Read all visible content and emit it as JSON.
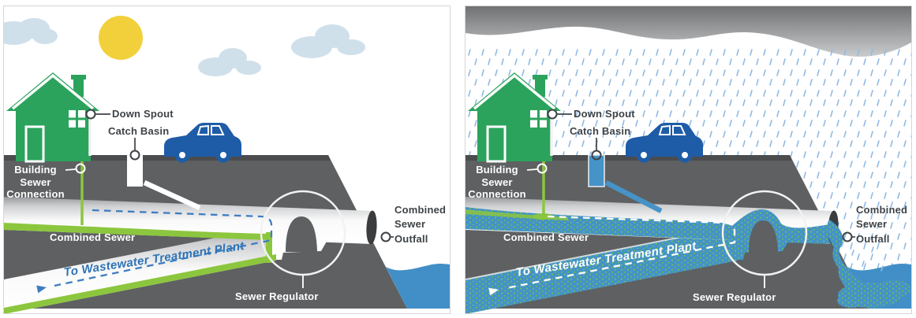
{
  "panels": [
    {
      "id": "dry-weather",
      "labels": {
        "down_spout": "Down Spout",
        "catch_basin": "Catch Basin",
        "building_sewer_connection": "Building\nSewer\nConnection",
        "combined_sewer": "Combined Sewer",
        "to_wwtp": "To Wastewater Treatment Plant",
        "sewer_regulator": "Sewer Regulator",
        "combined_sewer_outfall": "Combined\nSewer\nOutfall"
      }
    },
    {
      "id": "wet-weather",
      "labels": {
        "down_spout": "Down Spout",
        "catch_basin": "Catch Basin",
        "building_sewer_connection": "Building\nSewer\nConnection",
        "combined_sewer": "Combined Sewer",
        "to_wwtp": "To Wastewater Treatment Plant",
        "sewer_regulator": "Sewer Regulator",
        "combined_sewer_outfall": "Combined\nSewer\nOutfall"
      }
    }
  ],
  "colors": {
    "house_green": "#2BA35C",
    "sewage_green": "#8CC63E",
    "water_blue": "#4693C8",
    "river_blue": "#418FC6",
    "car_blue": "#1E5CA7",
    "sun_yellow": "#F2D03B",
    "cloud_blue": "#CFE0EB",
    "ground_gray": "#5E6062",
    "rain_blue": "#90BAE3",
    "dash_blue": "#3E7DC1",
    "wwtp_text_blue": "#2E74B6",
    "label_dark": "#3E4347",
    "label_white": "#FFFFFF",
    "storm_gray": "#8A8C8E"
  }
}
